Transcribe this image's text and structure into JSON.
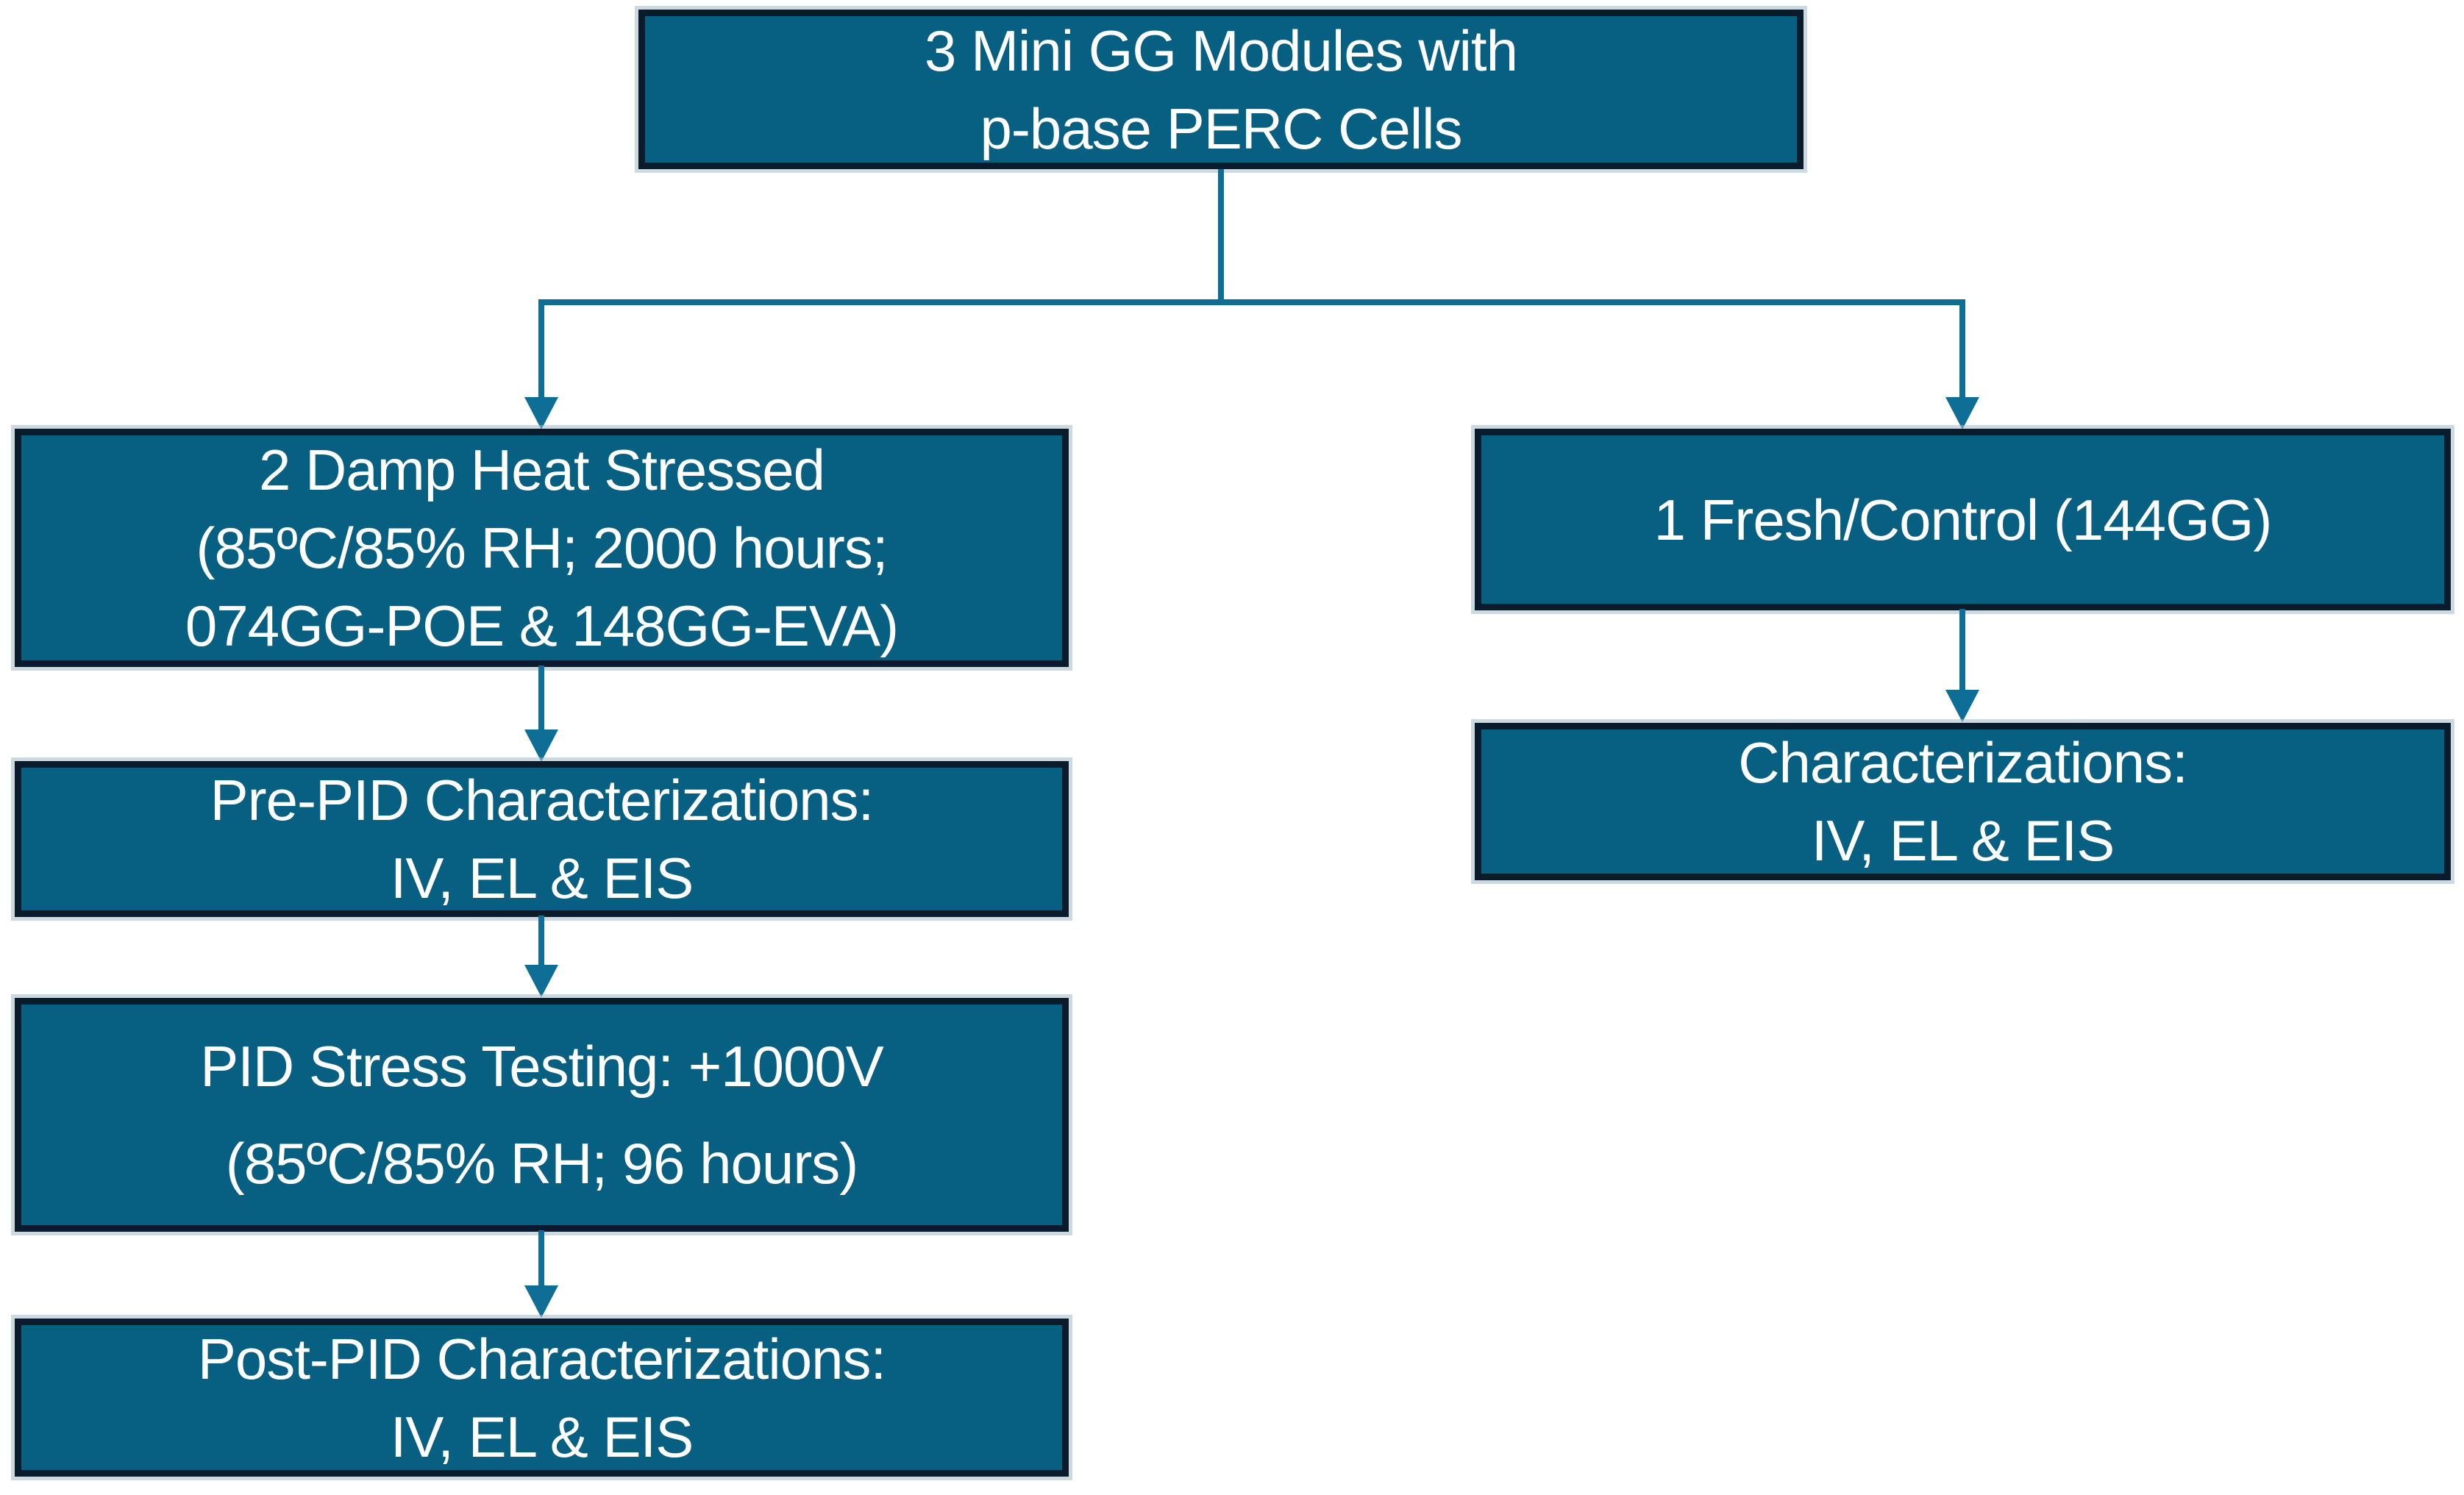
{
  "flowchart": {
    "title_hint": "PID test plan for mini GG modules",
    "colors": {
      "box_fill": "#075f82",
      "box_border": "#0a1c2b",
      "connector": "#0e6e96",
      "text": "#ffffff"
    },
    "nodes": {
      "root": {
        "lines": [
          "3 Mini GG Modules with",
          "p-base PERC Cells"
        ]
      },
      "damp_heat": {
        "lines": [
          "2 Damp Heat Stressed",
          "(85ºC/85% RH; 2000 hours;",
          "074GG-POE & 148GG-EVA)"
        ]
      },
      "pre_pid": {
        "lines": [
          "Pre-PID Characterizations:",
          "IV, EL & EIS"
        ]
      },
      "pid_stress": {
        "lines": [
          "PID Stress Testing: +1000V",
          "(85ºC/85% RH; 96 hours)"
        ]
      },
      "post_pid": {
        "lines": [
          "Post-PID Characterizations:",
          "IV, EL & EIS"
        ]
      },
      "fresh_control": {
        "lines": [
          "1 Fresh/Control (144GG)"
        ]
      },
      "characterizations": {
        "lines": [
          "Characterizations:",
          "IV, EL & EIS"
        ]
      }
    }
  }
}
